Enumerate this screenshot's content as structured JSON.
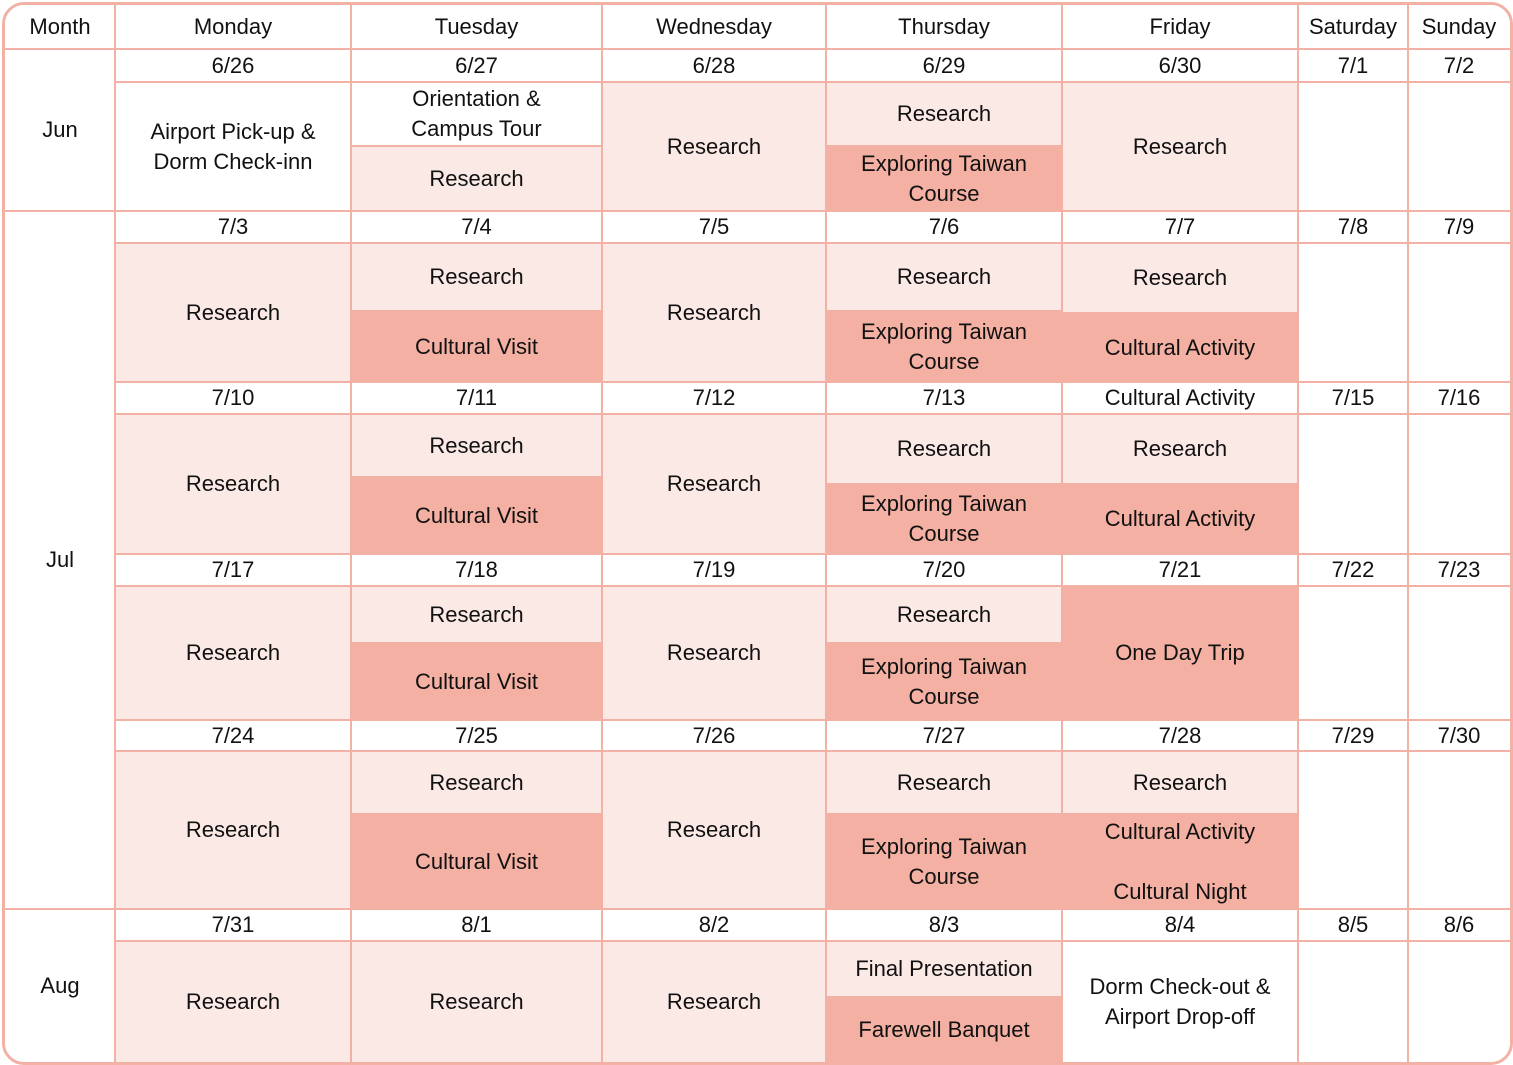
{
  "headers": [
    "Month",
    "Monday",
    "Tuesday",
    "Wednesday",
    "Thursday",
    "Friday",
    "Saturday",
    "Sunday"
  ],
  "months": [
    "Jun",
    "Jul",
    "Aug"
  ],
  "weeks": [
    {
      "month": "Jun",
      "dates": [
        "6/26",
        "6/27",
        "6/28",
        "6/29",
        "6/30",
        "7/1",
        "7/2"
      ],
      "days": [
        [
          {
            "text": "Airport Pick-up &\nDorm Check-inn",
            "shade": "white"
          }
        ],
        [
          {
            "text": "Orientation &\nCampus Tour",
            "shade": "white"
          },
          {
            "text": "Research",
            "shade": "light"
          }
        ],
        [
          {
            "text": "Research",
            "shade": "light"
          }
        ],
        [
          {
            "text": "Research",
            "shade": "light"
          },
          {
            "text": "Exploring Taiwan\nCourse",
            "shade": "dark"
          }
        ],
        [
          {
            "text": "Research",
            "shade": "light"
          }
        ],
        [
          {
            "text": "",
            "shade": "white"
          }
        ],
        [
          {
            "text": "",
            "shade": "white"
          }
        ]
      ]
    },
    {
      "month": "Jul",
      "dates": [
        "7/3",
        "7/4",
        "7/5",
        "7/6",
        "7/7",
        "7/8",
        "7/9"
      ],
      "days": [
        [
          {
            "text": "Research",
            "shade": "light"
          }
        ],
        [
          {
            "text": "Research",
            "shade": "light"
          },
          {
            "text": "Cultural Visit",
            "shade": "dark"
          }
        ],
        [
          {
            "text": "Research",
            "shade": "light"
          }
        ],
        [
          {
            "text": "Research",
            "shade": "light"
          },
          {
            "text": "Exploring Taiwan\nCourse",
            "shade": "dark"
          }
        ],
        [
          {
            "text": "Research",
            "shade": "light"
          },
          {
            "text": "Cultural Activity",
            "shade": "dark"
          }
        ],
        [
          {
            "text": "",
            "shade": "white"
          }
        ],
        [
          {
            "text": "",
            "shade": "white"
          }
        ]
      ]
    },
    {
      "month": "Jul",
      "dates": [
        "7/10",
        "7/11",
        "7/12",
        "7/13",
        "Cultural Activity",
        "7/15",
        "7/16"
      ],
      "days": [
        [
          {
            "text": "Research",
            "shade": "light"
          }
        ],
        [
          {
            "text": "Research",
            "shade": "light"
          },
          {
            "text": "Cultural Visit",
            "shade": "dark"
          }
        ],
        [
          {
            "text": "Research",
            "shade": "light"
          }
        ],
        [
          {
            "text": "Research",
            "shade": "light"
          },
          {
            "text": "Exploring Taiwan\nCourse",
            "shade": "dark"
          }
        ],
        [
          {
            "text": "Research",
            "shade": "light"
          },
          {
            "text": "Cultural Activity",
            "shade": "dark"
          }
        ],
        [
          {
            "text": "",
            "shade": "white"
          }
        ],
        [
          {
            "text": "",
            "shade": "white"
          }
        ]
      ]
    },
    {
      "month": "Jul",
      "dates": [
        "7/17",
        "7/18",
        "7/19",
        "7/20",
        "7/21",
        "7/22",
        "7/23"
      ],
      "days": [
        [
          {
            "text": "Research",
            "shade": "light"
          }
        ],
        [
          {
            "text": "Research",
            "shade": "light"
          },
          {
            "text": "Cultural Visit",
            "shade": "dark"
          }
        ],
        [
          {
            "text": "Research",
            "shade": "light"
          }
        ],
        [
          {
            "text": "Research",
            "shade": "light"
          },
          {
            "text": "Exploring Taiwan\nCourse",
            "shade": "dark"
          }
        ],
        [
          {
            "text": "One Day Trip",
            "shade": "dark"
          }
        ],
        [
          {
            "text": "",
            "shade": "white"
          }
        ],
        [
          {
            "text": "",
            "shade": "white"
          }
        ]
      ]
    },
    {
      "month": "Jul",
      "dates": [
        "7/24",
        "7/25",
        "7/26",
        "7/27",
        "7/28",
        "7/29",
        "7/30"
      ],
      "days": [
        [
          {
            "text": "Research",
            "shade": "light"
          }
        ],
        [
          {
            "text": "Research",
            "shade": "light"
          },
          {
            "text": "Cultural Visit",
            "shade": "dark"
          }
        ],
        [
          {
            "text": "Research",
            "shade": "light"
          }
        ],
        [
          {
            "text": "Research",
            "shade": "light"
          },
          {
            "text": "Exploring Taiwan\nCourse",
            "shade": "dark"
          }
        ],
        [
          {
            "text": "Research",
            "shade": "light"
          },
          {
            "text": "Cultural Activity\n\nCultural Night",
            "shade": "dark"
          }
        ],
        [
          {
            "text": "",
            "shade": "white"
          }
        ],
        [
          {
            "text": "",
            "shade": "white"
          }
        ]
      ]
    },
    {
      "month": "Aug",
      "dates": [
        "7/31",
        "8/1",
        "8/2",
        "8/3",
        "8/4",
        "8/5",
        "8/6"
      ],
      "days": [
        [
          {
            "text": "Research",
            "shade": "light"
          }
        ],
        [
          {
            "text": "Research",
            "shade": "light"
          }
        ],
        [
          {
            "text": "Research",
            "shade": "light"
          }
        ],
        [
          {
            "text": "Final Presentation",
            "shade": "light"
          },
          {
            "text": "Farewell Banquet",
            "shade": "dark"
          }
        ],
        [
          {
            "text": "Dorm Check-out &\nAirport Drop-off",
            "shade": "white"
          }
        ],
        [
          {
            "text": "",
            "shade": "white"
          }
        ],
        [
          {
            "text": "",
            "shade": "white"
          }
        ]
      ]
    }
  ]
}
